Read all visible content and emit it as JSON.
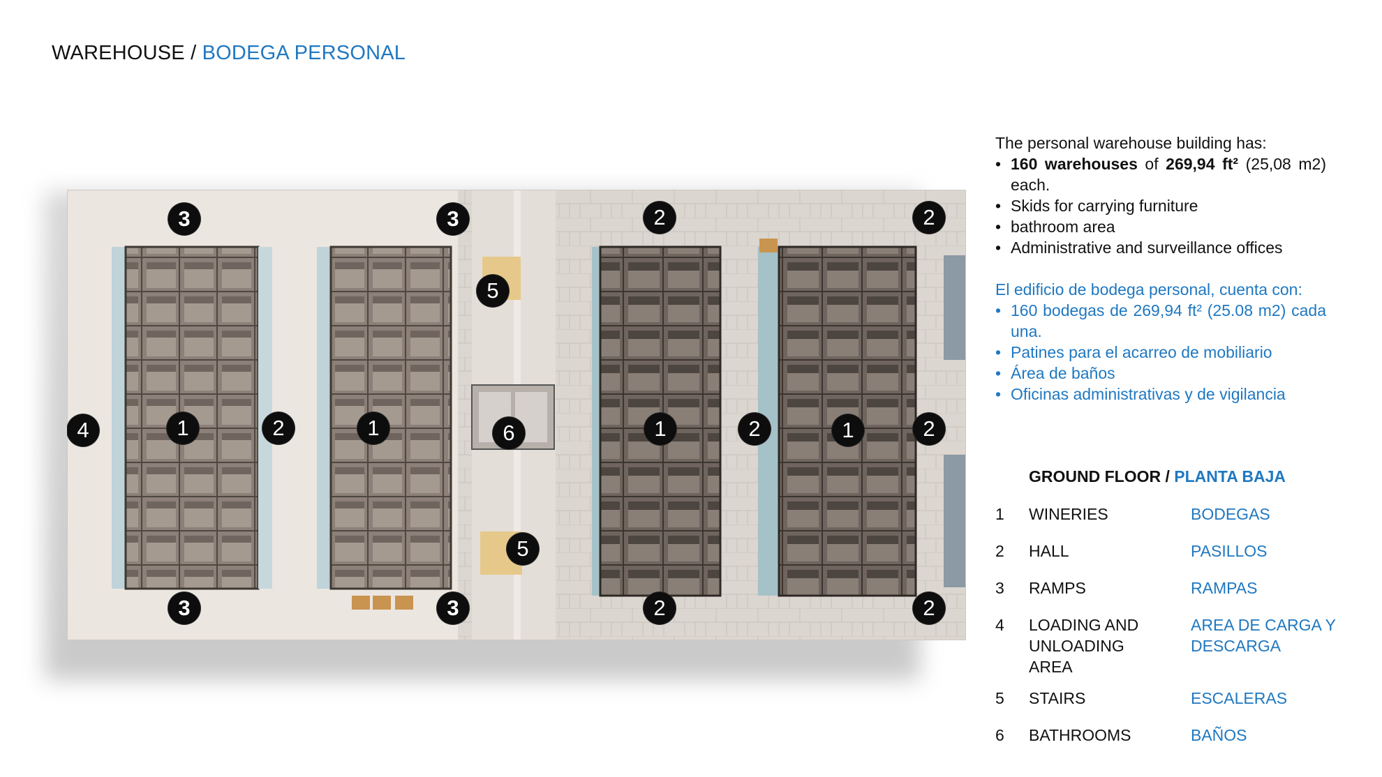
{
  "header": {
    "title_en": "WAREHOUSE / ",
    "title_es": "BODEGA PERSONAL"
  },
  "colors": {
    "accent": "#1f78c1",
    "text": "#111111",
    "marker": "#0d0d0d"
  },
  "plan_markers": [
    {
      "label": "3"
    },
    {
      "label": "3"
    },
    {
      "label": "2"
    },
    {
      "label": "2"
    },
    {
      "label": "5"
    },
    {
      "label": "4"
    },
    {
      "label": "1"
    },
    {
      "label": "2"
    },
    {
      "label": "1"
    },
    {
      "label": "6"
    },
    {
      "label": "1"
    },
    {
      "label": "2"
    },
    {
      "label": "1"
    },
    {
      "label": "2"
    },
    {
      "label": "5"
    },
    {
      "label": "3"
    },
    {
      "label": "3"
    },
    {
      "label": "2"
    },
    {
      "label": "2"
    }
  ],
  "description_en": {
    "intro": "The personal warehouse building has:",
    "bullets": [
      {
        "bold1": "160 warehouses",
        "mid": " of ",
        "bold2": "269,94 ft²",
        "rest": " (25,08 m2) each."
      },
      {
        "text": "Skids for carrying furniture"
      },
      {
        "text": "bathroom area"
      },
      {
        "text": "Administrative and surveillance offices"
      }
    ]
  },
  "description_es": {
    "intro": "El edificio de bodega personal, cuenta con:",
    "bullets": [
      "160 bodegas de 269,94 ft² (25.08 m2) cada una.",
      "Patines para el acarreo de mobiliario",
      "Área de baños",
      "Oficinas administrativas y de vigilancia"
    ]
  },
  "legend": {
    "title_en": "GROUND FLOOR / ",
    "title_es": "PLANTA BAJA",
    "items": [
      {
        "num": "1",
        "en": "WINERIES",
        "es": "BODEGAS"
      },
      {
        "num": "2",
        "en": "HALL",
        "es": "PASILLOS"
      },
      {
        "num": "3",
        "en": "RAMPS",
        "es": "RAMPAS"
      },
      {
        "num": "4",
        "en": "LOADING AND UNLOADING AREA",
        "es": "AREA DE CARGA Y DESCARGA"
      },
      {
        "num": "5",
        "en": "STAIRS",
        "es": "ESCALERAS"
      },
      {
        "num": "6",
        "en": "BATHROOMS",
        "es": "BAÑOS"
      }
    ]
  }
}
